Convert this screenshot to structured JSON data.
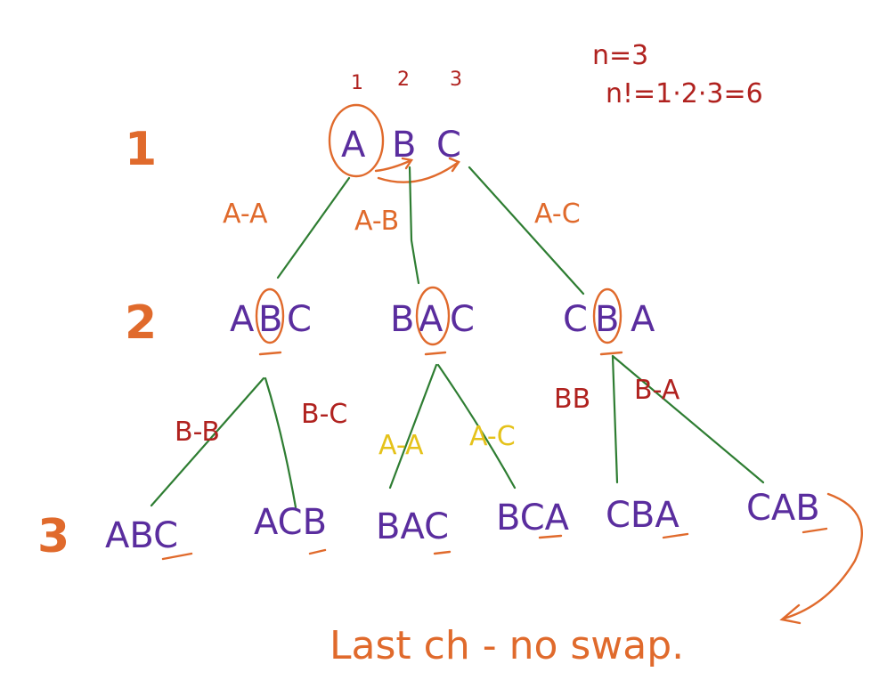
{
  "formula": {
    "line1": "n=3",
    "line2": "n!=1·2·3=6"
  },
  "levels": [
    "1",
    "2",
    "3"
  ],
  "positions": [
    "1",
    "2",
    "3"
  ],
  "root": {
    "l1": "A",
    "l2": "B",
    "l3": "C"
  },
  "edges_l1": [
    "A-A",
    "A-B",
    "A-C"
  ],
  "level2": [
    {
      "l1": "A",
      "l2": "B",
      "l3": "C"
    },
    {
      "l1": "B",
      "l2": "A",
      "l3": "C"
    },
    {
      "l1": "C",
      "l2": "B",
      "l3": "A"
    }
  ],
  "edges_l2": [
    "B-B",
    "B-C",
    "A-A",
    "A-C",
    "BB",
    "B-A"
  ],
  "leaves": [
    "ABC",
    "ACB",
    "BAC",
    "BCA",
    "CBA",
    "CAB"
  ],
  "note": "Last ch - no swap."
}
